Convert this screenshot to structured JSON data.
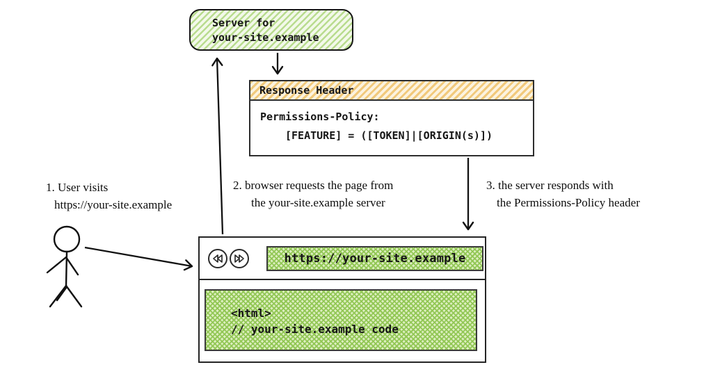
{
  "server_box": {
    "line1": "Server for",
    "line2": "your-site.example"
  },
  "response_header": {
    "title": "Response Header",
    "policy_name": "Permissions-Policy:",
    "policy_value": "[FEATURE] = ([TOKEN]|[ORIGIN(s)])"
  },
  "steps": [
    {
      "line1": "1. User visits",
      "line2": "https://your-site.example"
    },
    {
      "line1": "2. browser requests the page from",
      "line2": "the your-site.example server"
    },
    {
      "line1": "3. the server responds with",
      "line2": "the Permissions-Policy header"
    }
  ],
  "browser": {
    "back_icon": "back-double-chevron-icon",
    "forward_icon": "forward-double-chevron-icon",
    "url": "https://your-site.example",
    "code_line1": "<html>",
    "code_line2": "// your-site.example code"
  },
  "figure": {
    "actor": "stick-figure-user"
  },
  "colors": {
    "green_stripe": "#b9dc8f",
    "green_bg": "#f3f9ea",
    "orange_stripe": "#f1c97b",
    "orange_bg": "#fcf3df",
    "crosshatch_green": "#92c755",
    "crosshatch_bg": "#dceebf",
    "ink": "#161616"
  }
}
